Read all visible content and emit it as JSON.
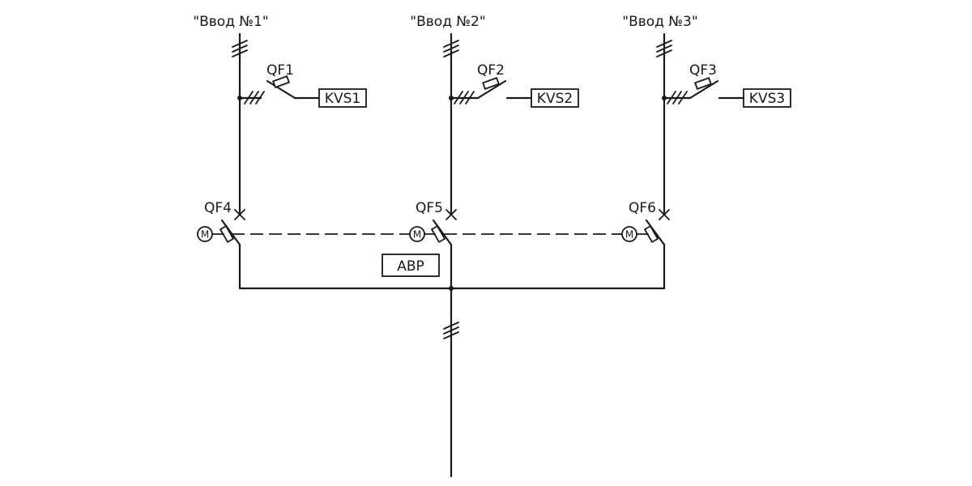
{
  "inputs": [
    {
      "title": "\"Ввод №1\"",
      "breaker": "QF1",
      "relay": "KVS1",
      "main_breaker": "QF4",
      "motor": "M"
    },
    {
      "title": "\"Ввод №2\"",
      "breaker": "QF2",
      "relay": "KVS2",
      "main_breaker": "QF5",
      "motor": "M"
    },
    {
      "title": "\"Ввод №3\"",
      "breaker": "QF3",
      "relay": "KVS3",
      "main_breaker": "QF6",
      "motor": "M"
    }
  ],
  "ats_label": "АВР"
}
